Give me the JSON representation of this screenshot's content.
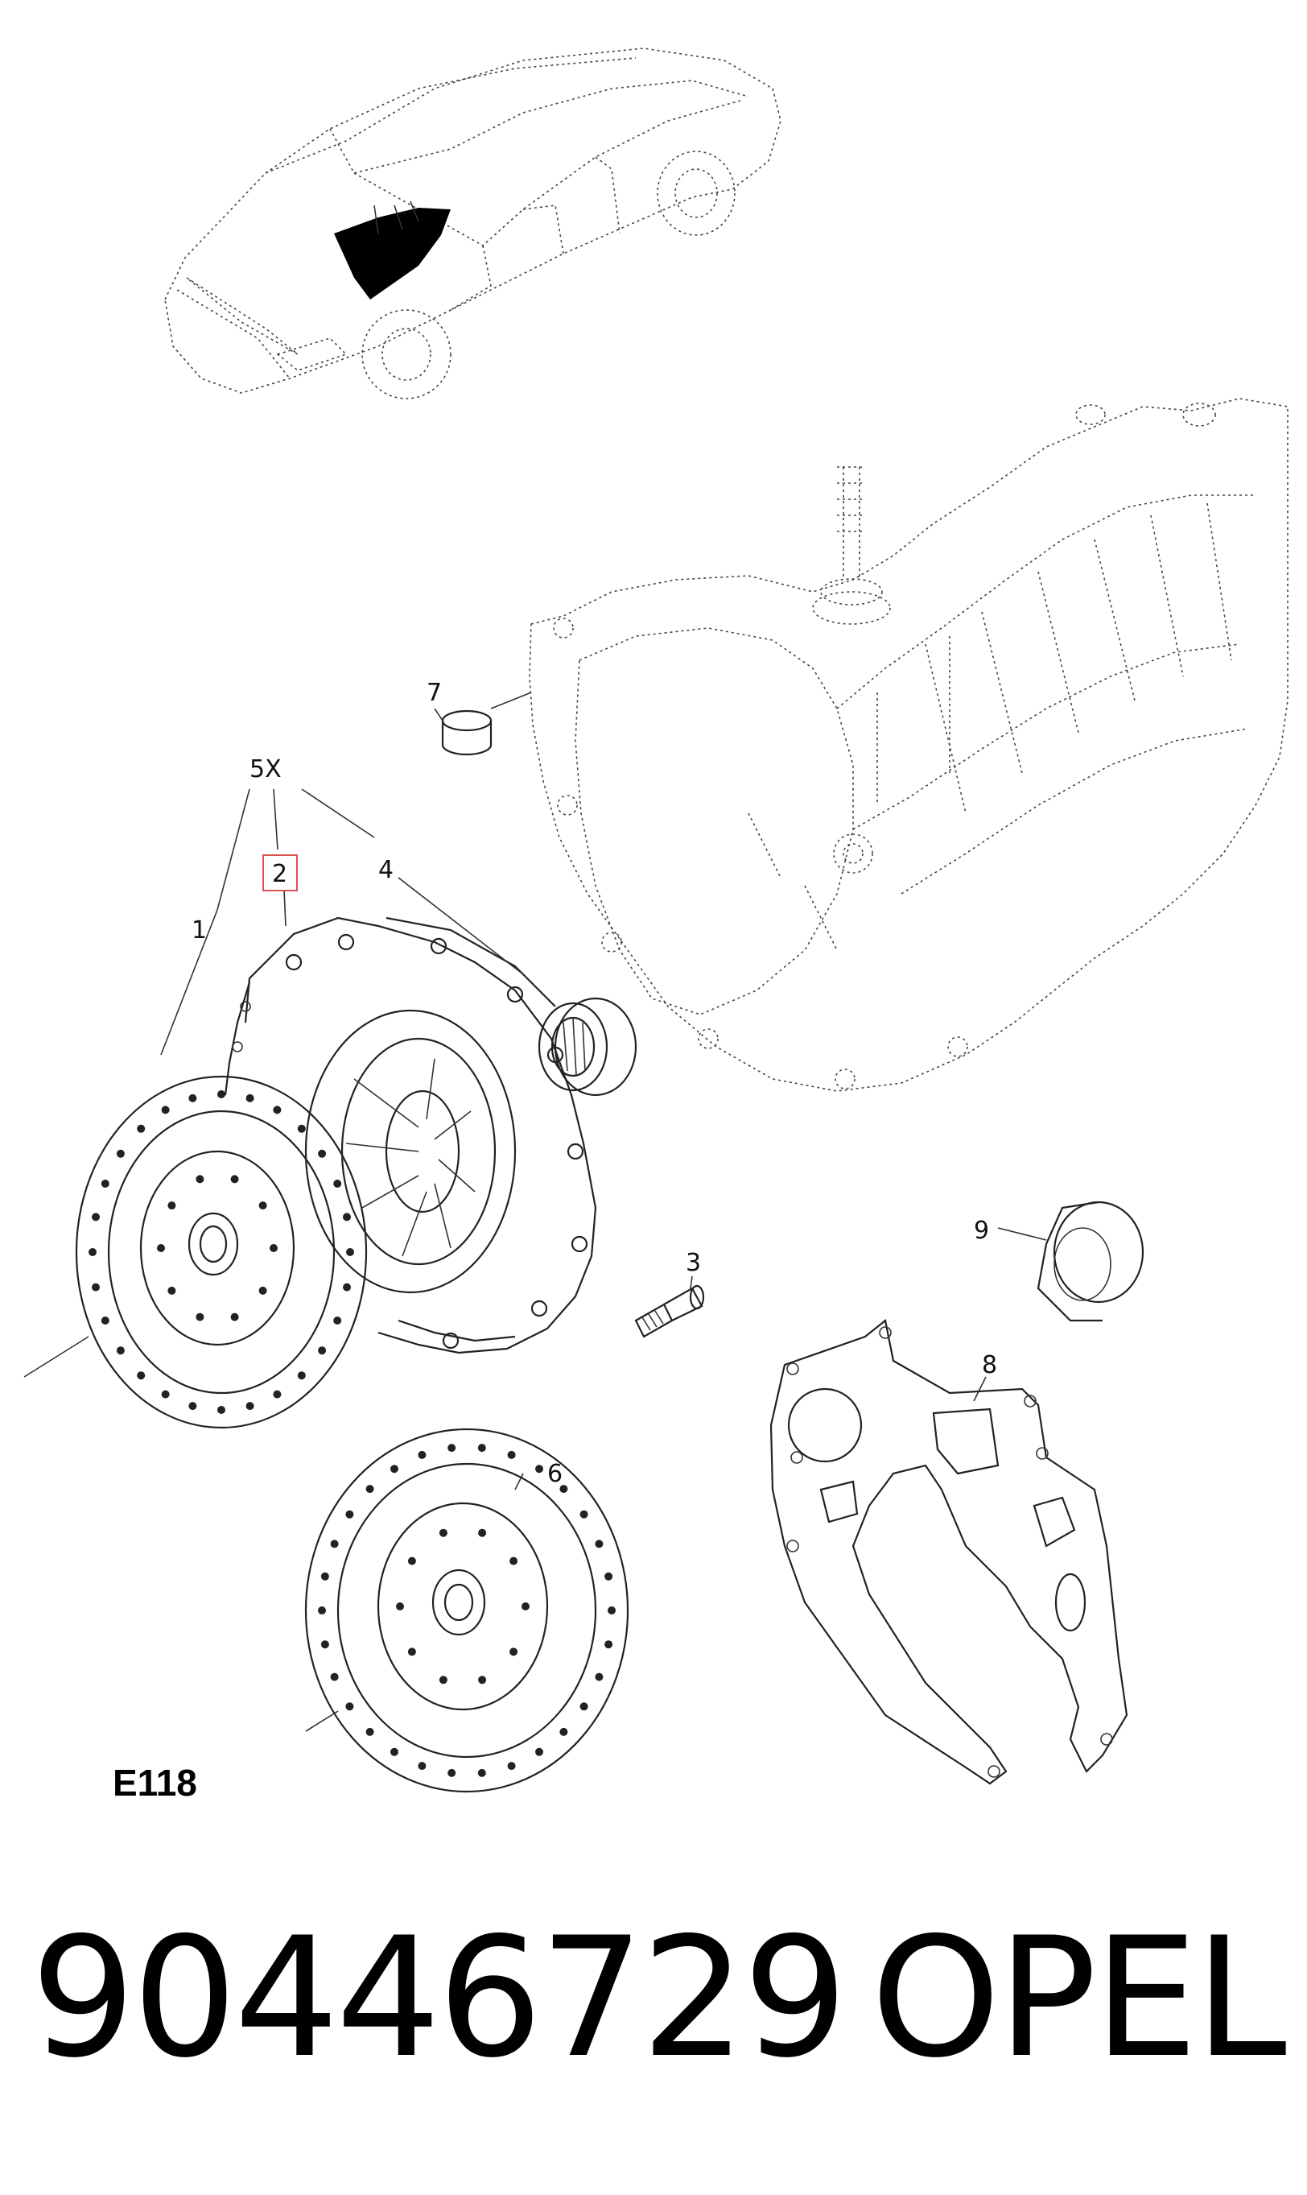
{
  "section_code": "E118",
  "part_number": "90446729",
  "brand": "OPEL",
  "callouts": {
    "c1": "1",
    "c2": "2",
    "c3": "3",
    "c4": "4",
    "c5x": "5X",
    "c6": "6",
    "c7": "7",
    "c8": "8",
    "c9": "9"
  },
  "highlight_color": "#d9534f"
}
